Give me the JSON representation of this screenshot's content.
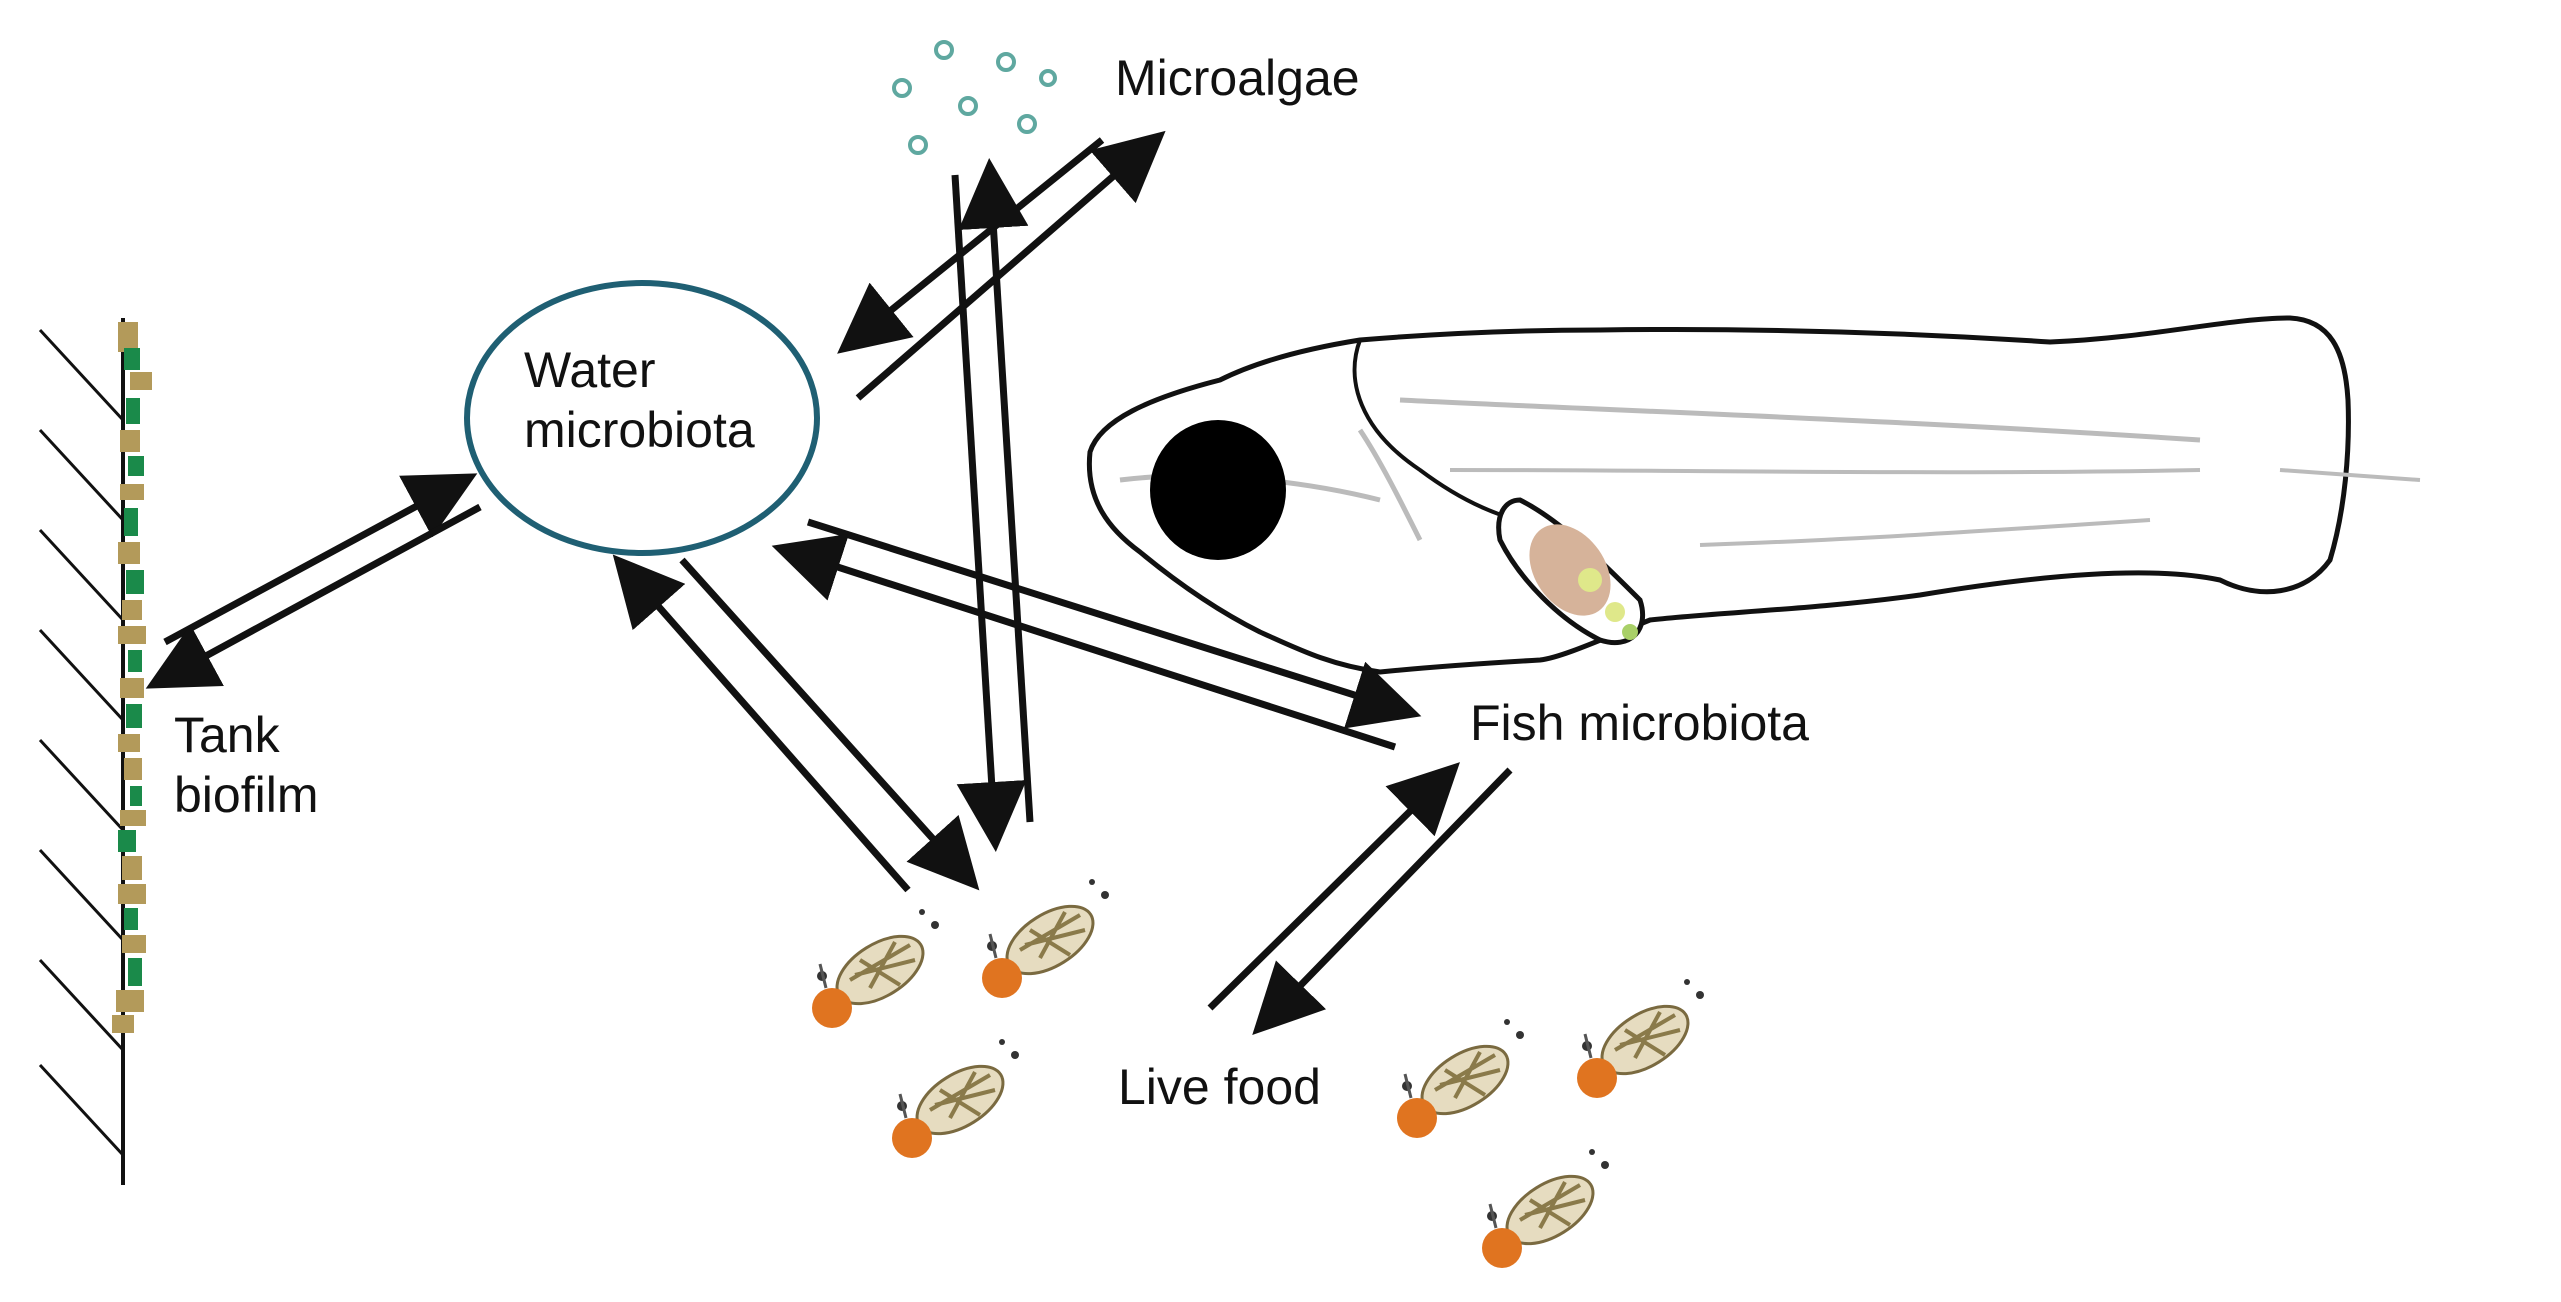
{
  "nodes": {
    "water_microbiota": "Water\nmicrobiota",
    "microalgae": "Microalgae",
    "tank_biofilm": "Tank\nbiofilm",
    "fish_microbiota": "Fish microbiota",
    "live_food": "Live food"
  },
  "colors": {
    "ink": "#111111",
    "water_circle": "#1f5f73",
    "microalgae_dots": "#5fa8a0",
    "biofilm_green": "#1a8a4a",
    "biofilm_tan": "#b39a5a",
    "livefood_orange": "#e07420",
    "livefood_tan": "#c8b27a",
    "fish_gray": "#bbbbbb"
  },
  "edges": [
    {
      "from": "tank_biofilm",
      "to": "water_microbiota"
    },
    {
      "from": "water_microbiota",
      "to": "tank_biofilm"
    },
    {
      "from": "microalgae",
      "to": "water_microbiota"
    },
    {
      "from": "water_microbiota",
      "to": "microalgae"
    },
    {
      "from": "microalgae",
      "to": "live_food"
    },
    {
      "from": "live_food",
      "to": "microalgae"
    },
    {
      "from": "water_microbiota",
      "to": "live_food"
    },
    {
      "from": "live_food",
      "to": "water_microbiota"
    },
    {
      "from": "water_microbiota",
      "to": "fish_microbiota"
    },
    {
      "from": "fish_microbiota",
      "to": "water_microbiota"
    },
    {
      "from": "live_food",
      "to": "fish_microbiota"
    },
    {
      "from": "fish_microbiota",
      "to": "live_food"
    }
  ],
  "icons": {
    "microalgae": "microalgae-cells-icon",
    "tank_wall": "tank-wall-icon",
    "fish_larva": "fish-larva-icon",
    "live_food": "rotifer-icon"
  }
}
